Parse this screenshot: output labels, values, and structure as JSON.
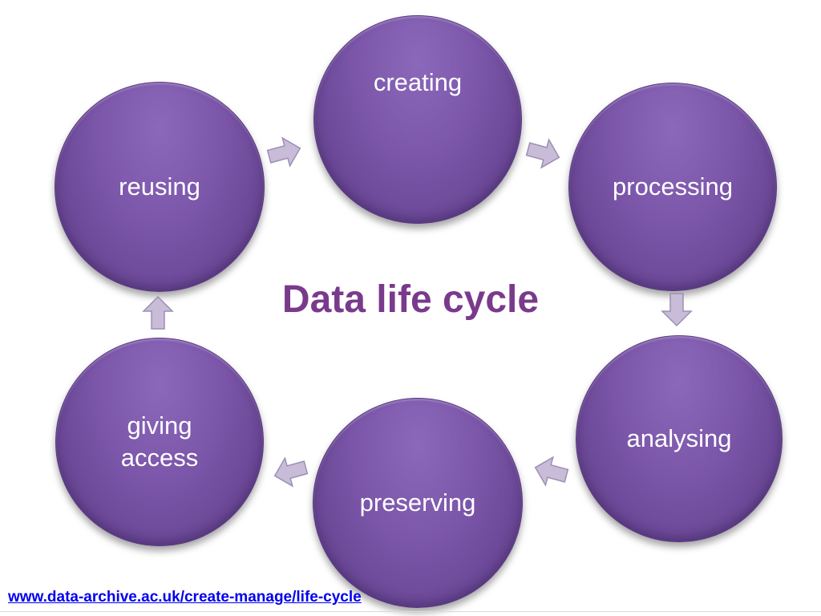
{
  "diagram": {
    "title": "Data life cycle",
    "stages": {
      "creating": "creating",
      "processing": "processing",
      "analysing": "analysing",
      "preserving": "preserving",
      "giving_access": "giving\naccess",
      "reusing": "reusing"
    },
    "colors": {
      "node_fill": "#7a55a8",
      "title": "#7a3a8c",
      "arrow": "#c8bcd8"
    }
  },
  "footer": {
    "link_text": "www.data-archive.ac.uk/create-manage/life-cycle"
  }
}
